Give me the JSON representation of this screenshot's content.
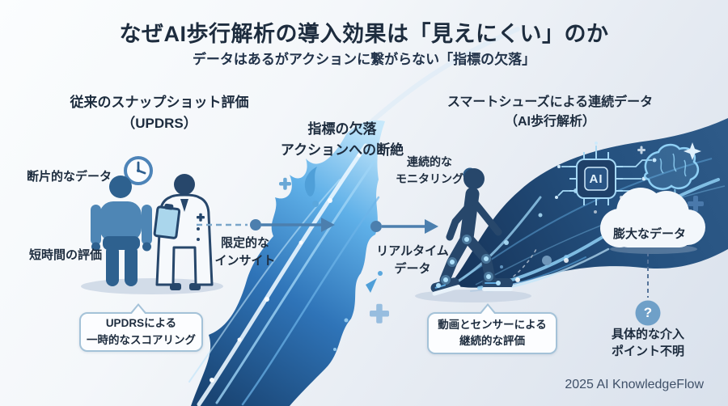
{
  "header": {
    "title": "なぜAI歩行解析の導入効果は「見えにくい」のか",
    "subtitle": "データはあるがアクションに繋がらない「指標の欠落」"
  },
  "left_section": {
    "heading_line1": "従来のスナップショット評価",
    "heading_line2": "（UPDRS）",
    "label_fragmentary": "断片的なデータ",
    "label_short_eval": "短時間の評価",
    "arrow_label_line1": "限定的な",
    "arrow_label_line2": "インサイト",
    "bubble_line1": "UPDRSによる",
    "bubble_line2": "一時的なスコアリング"
  },
  "middle_section": {
    "heading_line1": "指標の欠落",
    "heading_line2": "アクションへの断絶"
  },
  "right_section": {
    "heading_line1": "スマートシューズによる連続データ",
    "heading_line2": "（AI歩行解析）",
    "label_monitoring_line1": "連続的な",
    "label_monitoring_line2": "モニタリング",
    "label_realtime_line1": "リアルタイム",
    "label_realtime_line2": "データ",
    "cloud_label": "膨大なデータ",
    "chip_label": "AI",
    "question_mark": "?",
    "label_unknown_line1": "具体的な介入",
    "label_unknown_line2": "ポイント不明",
    "bubble_line1": "動画とセンサーによる",
    "bubble_line2": "継続的な評価"
  },
  "footer": {
    "credit": "2025 AI KnowledgeFlow"
  },
  "colors": {
    "text_dark": "#1d2c3e",
    "figure_blue": "#2e618f",
    "figure_blue_light": "#4e86b5",
    "wave_bright": "#47a0e0",
    "wave_dark": "#24507e",
    "arrow": "#4c7fae",
    "question_circle": "#6fa0c8"
  }
}
